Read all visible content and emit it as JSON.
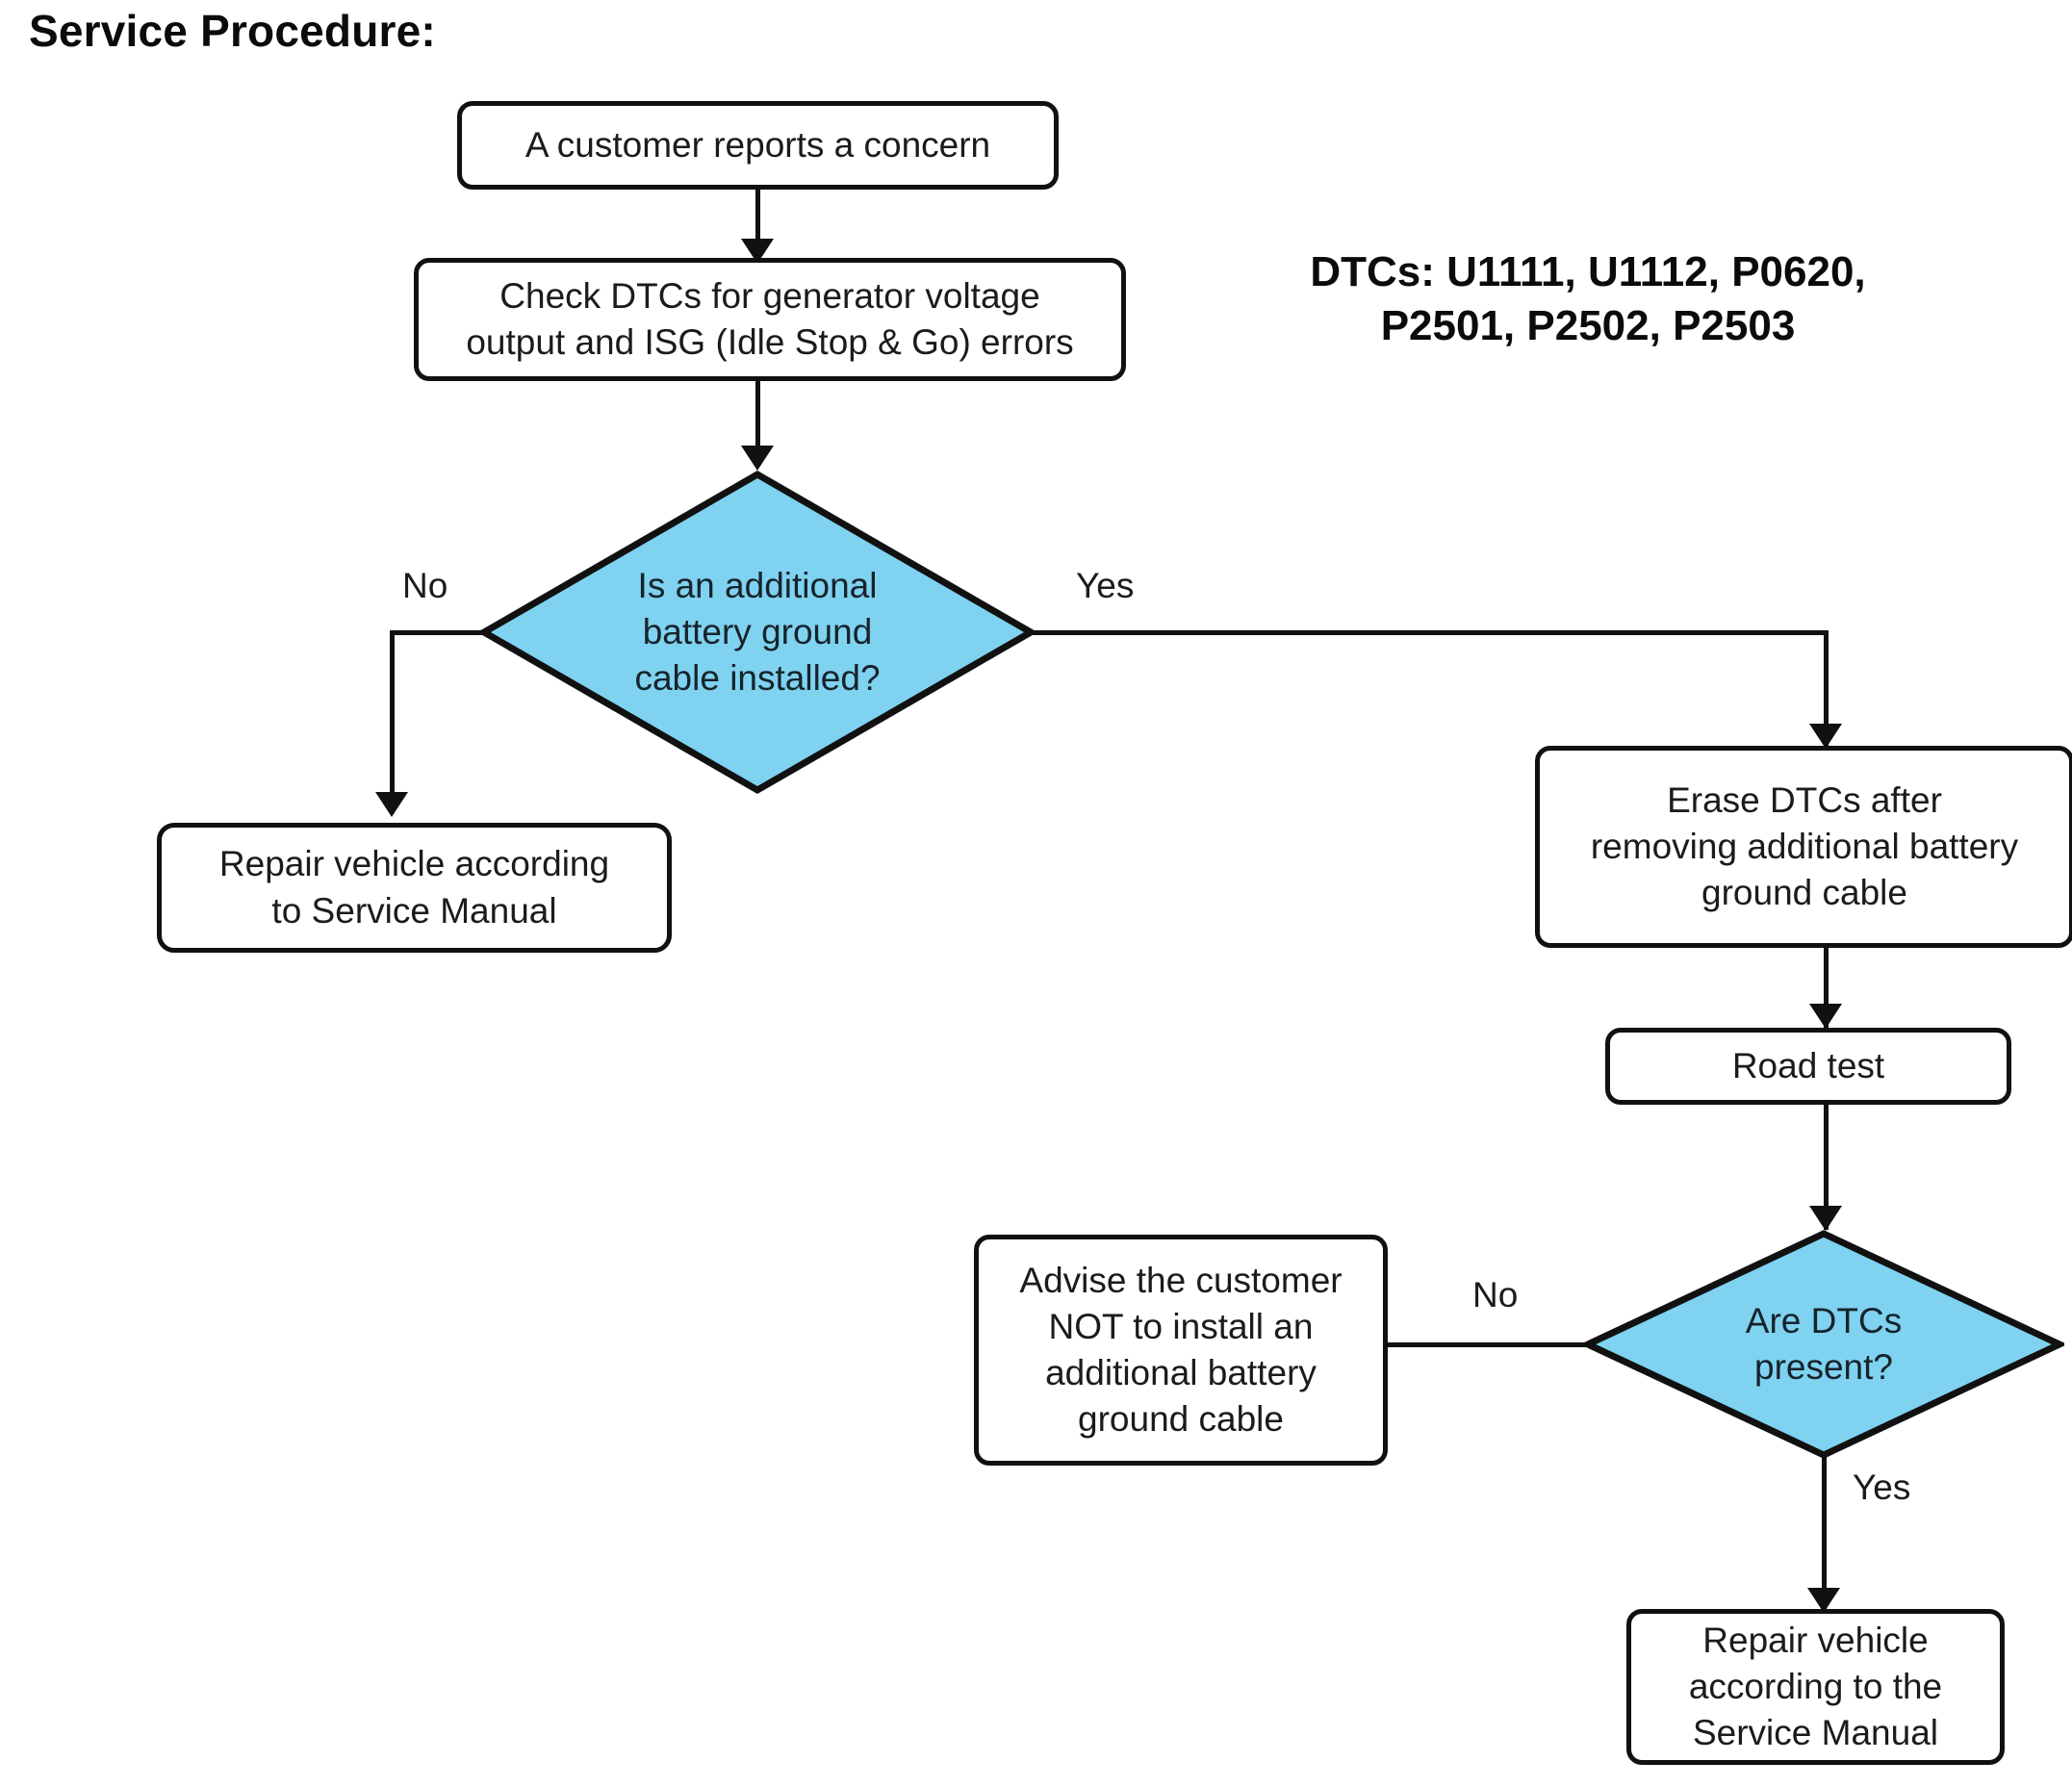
{
  "page": {
    "title": "Service Procedure:",
    "background_color": "#ffffff",
    "line_color": "#111111",
    "decision_fill_color": "#7FD2F0",
    "text_color": "#1b1b1b"
  },
  "note": {
    "name": "dtc-list-note",
    "line1": "DTCs: U1111, U1112, P0620,",
    "line2": "P2501, P2502, P2503",
    "codes": [
      "U1111",
      "U1112",
      "P0620",
      "P2501",
      "P2502",
      "P2503"
    ]
  },
  "nodes": {
    "start": {
      "id": "customer-reports-concern",
      "type": "process",
      "text": "A customer reports a concern"
    },
    "check_dtcs": {
      "id": "check-dtcs",
      "type": "process",
      "line1": "Check DTCs for generator voltage",
      "line2": "output and ISG (Idle Stop & Go) errors"
    },
    "decision_ground_cable": {
      "id": "is-additional-battery-ground-cable-installed",
      "type": "decision",
      "line1": "Is an additional",
      "line2": "battery ground",
      "line3": "cable installed?"
    },
    "repair_left": {
      "id": "repair-vehicle-service-manual",
      "type": "process",
      "line1": "Repair vehicle according",
      "line2": "to Service Manual"
    },
    "erase_dtcs": {
      "id": "erase-dtcs-after-removing-cable",
      "type": "process",
      "line1": "Erase DTCs after",
      "line2": "removing additional battery",
      "line3": "ground cable"
    },
    "road_test": {
      "id": "road-test",
      "type": "process",
      "text": "Road test"
    },
    "decision_dtcs_present": {
      "id": "are-dtcs-present",
      "type": "decision",
      "line1": "Are DTCs",
      "line2": "present?"
    },
    "advise_customer": {
      "id": "advise-customer-not-to-install",
      "type": "process",
      "line1": "Advise the customer",
      "line2": "NOT to install an",
      "line3": "additional battery",
      "line4": "ground cable"
    },
    "repair_bottom": {
      "id": "repair-vehicle-service-manual-2",
      "type": "process",
      "line1": "Repair vehicle",
      "line2": "according to the",
      "line3": "Service Manual"
    }
  },
  "edges": {
    "ground_cable_no": "No",
    "ground_cable_yes": "Yes",
    "dtcs_present_no": "No",
    "dtcs_present_yes": "Yes"
  }
}
